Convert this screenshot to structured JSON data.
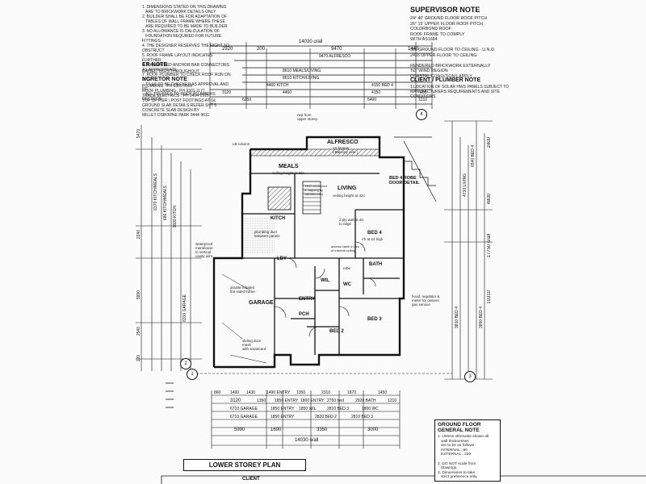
{
  "top_left_notes": {
    "lines": "1. DIMENSIONS STATED ON THIS DRAWING\n   ARE TO BRICKWORK DETAILS ONLY\n2. BUILDER SHALL BE FOR ADAPTATION OF\n   TABLES OF WALL FRAME WHERE THESE\n   ARE REQUIRED TO BE MADE TO BUILDER\n3. NO ALLOWANCE IS CALCULATION OF\n   FOUNDATION REQUIRED FOR FUTURE FITTINGS\n4. THE DESIGNER RESERVES THE RIGHT TO OBSTRUCT\n5. ROOF FRAME LAYOUT INDICATES FURTHER\n6. GALVANISED ANCHOR BAR CONNECTORS AS APPROPRIATE\n7. ROOF PLUMBER TO CHECK ROOF RUN ON SITE\n   TILES TO BE CHECKED AS APPROVAL AND RE\n   ALL TRUSSES TO ROOF PLUMBERS DECISION",
    "er_note_title": "ER NOTE",
    "er_note_text": "RAISED TILES THROUGHOUT.",
    "contractor_title": "NCRETOR NOTE",
    "contractor_text": "PLUMBING : PH 9305 0905\nROOF PLUMBING : PH 9301 1177\nTRADE ELECTRICS : PH 0404 1515\nTOP OF PIER / POST FOOTINGS AT GL\nGROUND SLAB DETAILS REFER SHT 5\nCONCRETE SLAB DESIGN BY\nMILLET OSBORNE PARK 9444 9611"
  },
  "supervisor_note": {
    "title": "SUPERVISOR NOTE",
    "lines": "24° 40' GROUND FLOOR ROOF PITCH\n26° 15' UPPER FLOOR ROOF PITCH\nCOLORBOND ROOF\nROOF FRAME TO COMPLY\nWITH AS1684\n\n32c GROUND FLOOR TO CEILING - U.N.O.\n2416 UPPER FLOOR TO CEILING\n\nRENDERED BRICKWORK EXTERNALLY\n'N3' WIND REGION\nCOASTAL CONDITIONS APPLY"
  },
  "client_note": {
    "title": "CLIENT / PLUMBER NOTE",
    "lines": "1.LOCATION OF SOLAR HWS PANELS SUBJECT TO\nMANUFACTURERS REQUIREMENTS AND SITE\nCONDITIONS."
  },
  "ground_floor_note": {
    "title": "GROUND FLOOR\nGENERAL NOTE",
    "lines": "1. Unless otherwise shown all\n   wall thicknesses\n   are to be as follows\n   INTERNAL : 90\n   EXTERNAL : 230\n\n2. DO NOT scale from\n   drawings.\n3. Dimensions to take\n   strict preference only."
  },
  "plan_title": "LOWER STOREY PLAN",
  "client_corner": "CLIENT",
  "grid_markers": [
    "1",
    "2",
    "3",
    "4"
  ],
  "top_dimensions": {
    "overall": "14030 o/all",
    "row1": [
      "2920",
      "200",
      "9470",
      "1440"
    ],
    "row2": [
      "9470 ALFRESCO"
    ],
    "row3": [
      "8610 MEALS/LIVING"
    ],
    "row4": [
      "8610 KITCH/LIVING"
    ],
    "row5": [
      "4460 KITCH",
      "4150 BED 4"
    ],
    "row6": [
      "3120",
      "4460",
      "4150",
      "900"
    ],
    "row7": [
      "6250",
      "5490",
      "1210"
    ]
  },
  "bottom_dimensions": {
    "row1": [
      "860",
      "1490",
      "1430",
      "1490 ENTRY",
      "1350",
      "2310",
      "1870",
      "1450"
    ],
    "row2": [
      "3120",
      "1350",
      "1850 ENTRY",
      "1800 ENTRY",
      "2750 bed",
      "2920 BATH",
      "1210"
    ],
    "row3": [
      "6710 GARAGE",
      "1850 ENTRY",
      "1850 WIL",
      "2810 BED 3",
      "1800 WC"
    ],
    "row4": [
      "6710 GARAGE",
      "1850 ENTRY",
      "2820 BED 2",
      "2810 BED 3"
    ],
    "row5": [
      "5990",
      "1690",
      "3350",
      "3000"
    ],
    "overall": "14030 o/all"
  },
  "left_vertical_dims": [
    "5470",
    "2240",
    "5990",
    "2540",
    "120",
    "6370 KITCH/MEALS",
    "686 KITCH/MEALS",
    "3600 KITCH",
    "6310 GARAGE"
  ],
  "right_vertical_dims": [
    "17750 o/all",
    "10310",
    "4800",
    "2400",
    "6540 BED 4",
    "4710 LIVING",
    "3810 BED 4",
    "3890 BED 4"
  ],
  "rooms": {
    "alfresco": "ALFRESCO",
    "meals": "MEALS",
    "living": "LIVING",
    "kitch": "KITCH",
    "bed4": "BED 4",
    "bath": "BATH",
    "ldy": "LDY",
    "wil": "WIL",
    "wc": "WC",
    "garage": "GARAGE",
    "entry": "ENTRY",
    "pch": "PCH",
    "bed2": "BED 2",
    "bed3": "BED 3",
    "robe_detail": "BED 4 ROBE\nDOOR DETAIL"
  },
  "annotations": {
    "alfresco_sub": "Ys bryerer\n( Balcony over )",
    "meals_sub": "ceiling height at 32c",
    "living_sub": "ceiling height at 32c",
    "rwp": "rwp from\nupper storey",
    "lb_column": "LB column",
    "stair_note": "1500 reinforced\n& capping by\nrail/fabricator",
    "plumbing_duct": "plumbing duct\nbetween panels",
    "double_rebated": "double rebated\nfire-rated frame",
    "robe": "robe",
    "bed4_sub": "r/h at 24 high",
    "wall_note": "2 ply wall at 40\nto ridge",
    "cell_note": "access hatch in lieu\nof internal ceiling",
    "waterproof": "waterproof\nmembrane\nto vertical\ncavity joint",
    "sliding": "sliding door\nmesh\nwith smartcard",
    "reg": "hood, regulator &\nmeter for owners\ngas service"
  },
  "colors": {
    "line": "#111111",
    "paper": "#fbfbfb",
    "hatch": "#555555"
  }
}
